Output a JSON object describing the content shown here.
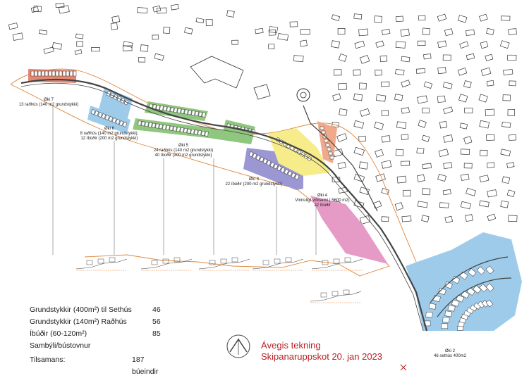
{
  "zones": [
    {
      "id": "oki7",
      "name": "Øki 7",
      "lines": [
        "13 raðhús (140 m2 grundstykki)"
      ]
    },
    {
      "id": "oki6",
      "name": "Øki 6",
      "lines": [
        "8 raðhús (140 m2 grundstykki),",
        "12 íbúðir (200 m2 grundstykki)"
      ]
    },
    {
      "id": "oki5",
      "name": "Øki 5",
      "lines": [
        "24 raðhús (140 m2 grundstykki)",
        "40 íbúðir (200 m2 grundstykki)"
      ]
    },
    {
      "id": "oki3",
      "name": "Øki 3",
      "lines": [
        "22 íbúðir (200 m2 grundstykki)"
      ]
    },
    {
      "id": "oki4",
      "name": "Øki 4",
      "lines": [
        "Vinnuligt virksemi ( 5600 m2)",
        "22 íbúðir"
      ]
    },
    {
      "id": "oki2",
      "name": "Øki 2",
      "lines": [
        "46 sethús 400m2"
      ]
    }
  ],
  "summary": [
    {
      "label": "Grundstykkir (400m²) til Sethús",
      "value": "46"
    },
    {
      "label": "Grundstykkir (140m²) Raðhús",
      "value": "56"
    },
    {
      "label": "Íbúðir (60-120m²)",
      "value": "85"
    },
    {
      "label": "Sambýli/bústovnur",
      "value": ""
    },
    {
      "label": "Tilsamans:",
      "value": "187 búeindir"
    }
  ],
  "draft": {
    "line1": "Ávegis tekning",
    "line2": "Skipanaruppskot 20. jan 2023"
  },
  "colors": {
    "red_zone": "#e07b63",
    "blue_zone": "#9fcbeb",
    "green_zone": "#8fc77e",
    "purple_zone": "#9a97d3",
    "yellow_zone": "#f6ec8a",
    "pink_zone": "#e69bc6",
    "salmon_zone": "#f0a98a",
    "road": "#444444",
    "boundary": "#e0863a",
    "draft_text": "#b81f24"
  }
}
